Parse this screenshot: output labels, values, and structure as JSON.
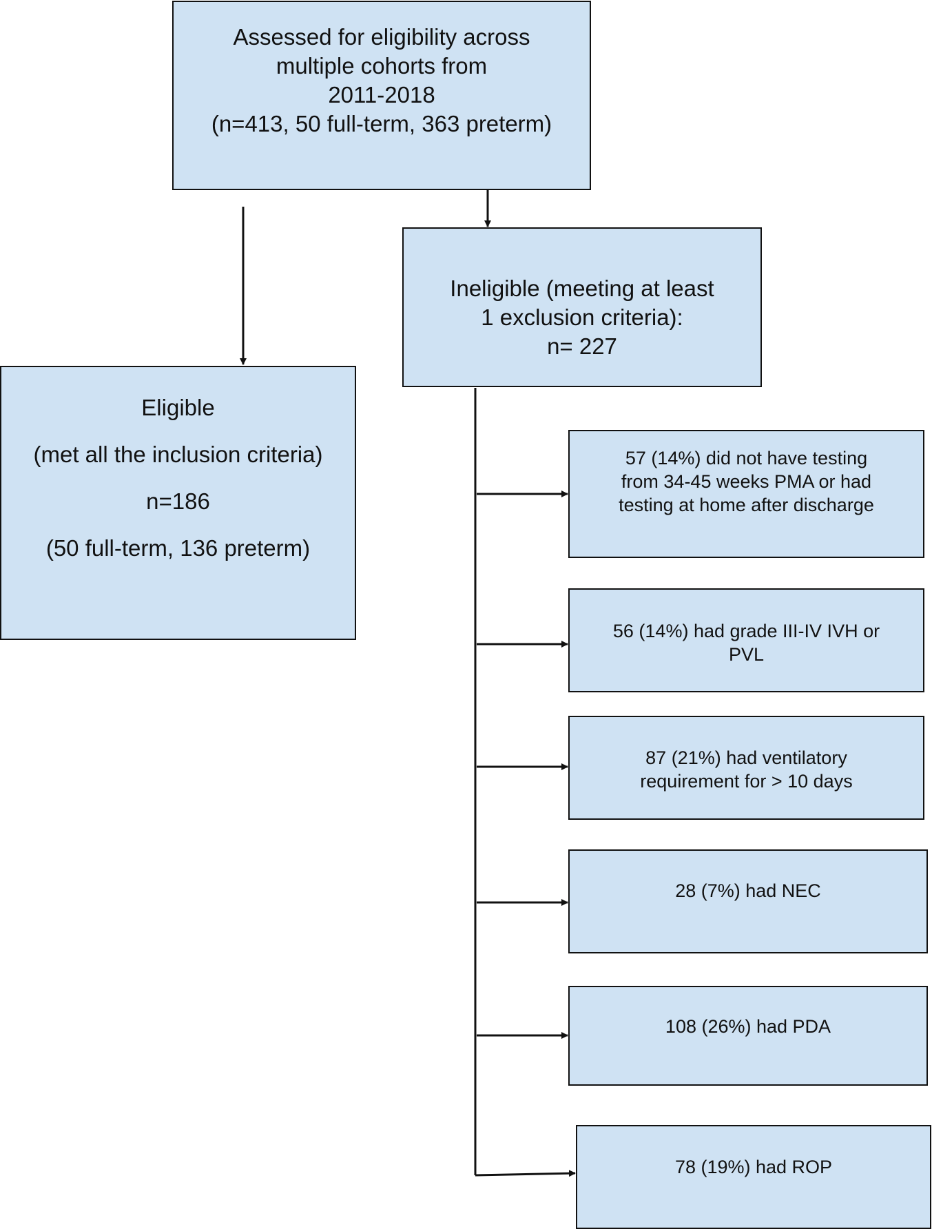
{
  "assessed": {
    "lines": [
      "Assessed for eligibility across",
      "multiple cohorts from",
      "2011-2018",
      "(n=413, 50 full-term, 363 preterm)"
    ]
  },
  "ineligible": {
    "lines": [
      "Ineligible (meeting at least",
      "1 exclusion criteria):",
      "n= 227"
    ]
  },
  "eligible": {
    "title": "Eligible",
    "criteria": "(met all the inclusion criteria)",
    "count": "n=186",
    "breakdown": "(50 full-term, 136 preterm)"
  },
  "exclusions": [
    {
      "lines": [
        "57 (14%) did not have testing",
        "from 34-45 weeks PMA or had",
        "testing at home after discharge"
      ]
    },
    {
      "lines": [
        "56 (14%) had grade III-IV IVH or",
        "PVL"
      ]
    },
    {
      "lines": [
        "87 (21%) had ventilatory",
        "requirement for > 10 days"
      ]
    },
    {
      "lines": [
        "28 (7%) had NEC"
      ]
    },
    {
      "lines": [
        "108 (26%) had PDA"
      ]
    },
    {
      "lines": [
        "78 (19%) had ROP"
      ]
    }
  ],
  "colors": {
    "box_fill": "#cfe2f3",
    "stroke": "#111111"
  }
}
